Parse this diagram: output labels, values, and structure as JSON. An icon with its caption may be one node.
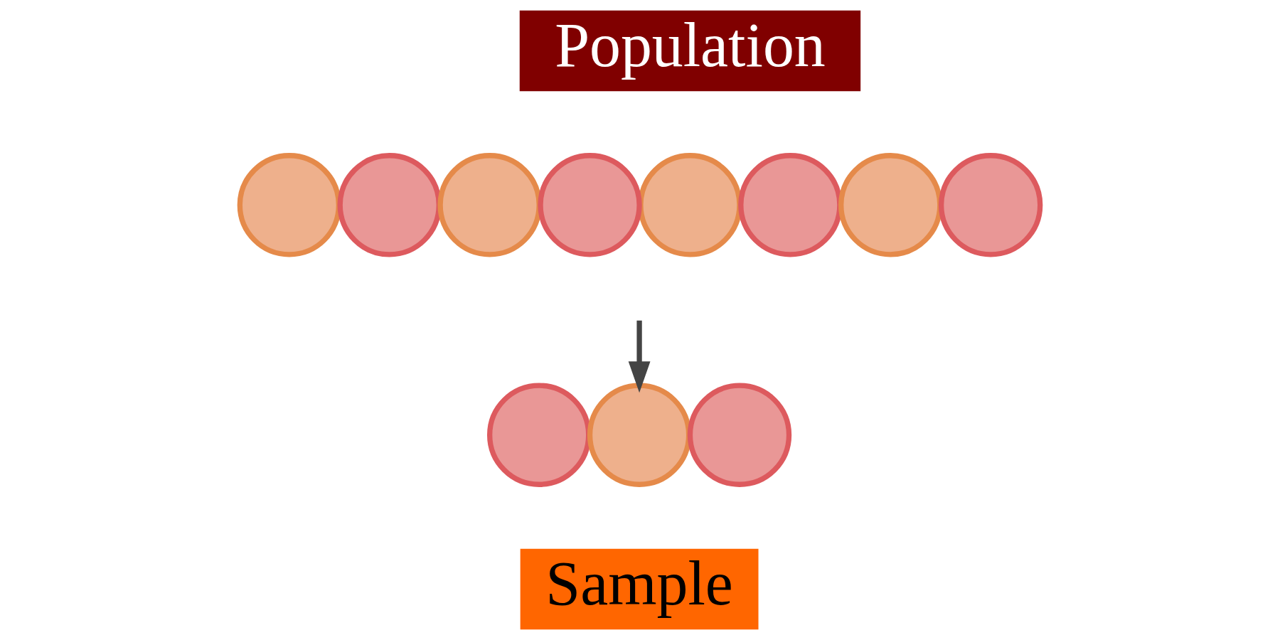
{
  "diagram": {
    "nodes": [
      {
        "text": [
          "Population"
        ]
      },
      {
        "text": [],
        "shape": "circle"
      },
      {
        "text": [],
        "shape": "circle"
      },
      {
        "text": [],
        "shape": "circle"
      },
      {
        "text": [],
        "shape": "circle"
      },
      {
        "text": [],
        "shape": "circle"
      },
      {
        "text": [],
        "shape": "circle"
      },
      {
        "text": [],
        "shape": "circle"
      },
      {
        "text": [],
        "shape": "circle"
      },
      {
        "text": [],
        "shape": "circle"
      },
      {
        "text": [],
        "shape": "circle"
      },
      {
        "text": [],
        "shape": "circle"
      },
      {
        "text": [
          "Sample"
        ]
      }
    ],
    "edges": [
      {
        "from": null,
        "to": 10,
        "arrow": "to"
      }
    ]
  }
}
